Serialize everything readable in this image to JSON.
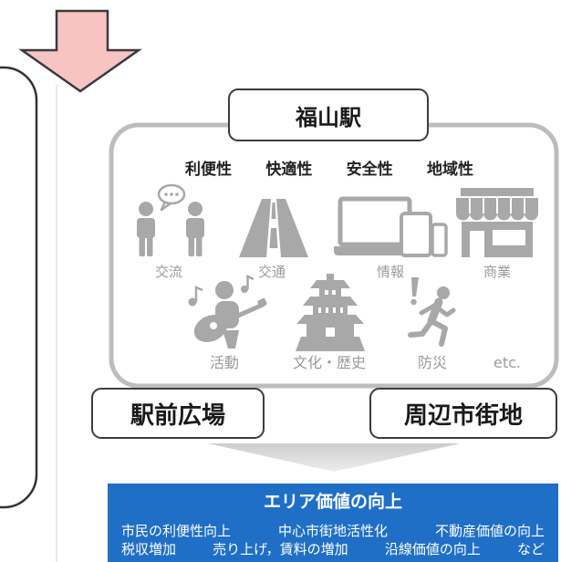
{
  "colors": {
    "arrow_fill": "#f7c3c3",
    "outcome_panel": "#1f6fc6",
    "icon_gray": "#a8a8a8",
    "outline_gray": "#bdbdbd"
  },
  "station": {
    "title": "福山駅"
  },
  "qualities": [
    "利便性",
    "快適性",
    "安全性",
    "地域性"
  ],
  "categories": [
    {
      "label": "交流",
      "icon": "people-talking-icon"
    },
    {
      "label": "交通",
      "icon": "road-icon"
    },
    {
      "label": "情報",
      "icon": "devices-icon"
    },
    {
      "label": "商業",
      "icon": "shop-icon"
    },
    {
      "label": "活動",
      "icon": "guitar-player-icon"
    },
    {
      "label": "文化・歴史",
      "icon": "castle-icon"
    },
    {
      "label": "防災",
      "icon": "running-person-icon"
    },
    {
      "label": "etc."
    }
  ],
  "areas": {
    "left": "駅前広場",
    "right": "周辺市街地"
  },
  "outcome": {
    "title": "エリア価値の向上",
    "line1": [
      "市民の利便性向上",
      "中心市街地活性化",
      "不動産価値の向上"
    ],
    "line2": [
      "税収増加",
      "売り上げ，賃料の増加",
      "沿線価値の向上",
      "など"
    ]
  }
}
